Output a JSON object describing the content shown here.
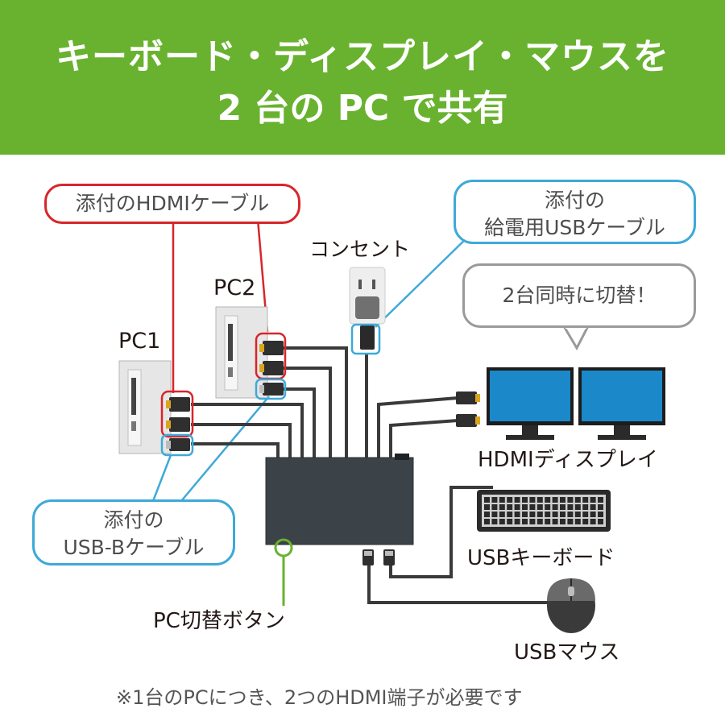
{
  "header": {
    "line1": "キーボード・ディスプレイ・マウスを",
    "line2": "2 台の PC で共有"
  },
  "callouts": {
    "hdmi_cable": "添付のHDMIケーブル",
    "power_usb_line1": "添付の",
    "power_usb_line2": "給電用USBケーブル",
    "usb_b_line1": "添付の",
    "usb_b_line2": "USB-Bケーブル",
    "switch_bubble": "2台同時に切替！"
  },
  "labels": {
    "outlet": "コンセント",
    "pc1": "PC1",
    "pc2": "PC2",
    "display": "HDMIディスプレイ",
    "keyboard": "USBキーボード",
    "mouse": "USBマウス",
    "switch_button": "PC切替ボタン"
  },
  "footnote": "※1台のPCにつき、2つのHDMI端子が必要です",
  "colors": {
    "header_green": "#69b22f",
    "hdmi_red": "#d7262b",
    "usb_blue": "#3ea9d8",
    "button_green": "#69b22f",
    "cable": "#333333"
  }
}
